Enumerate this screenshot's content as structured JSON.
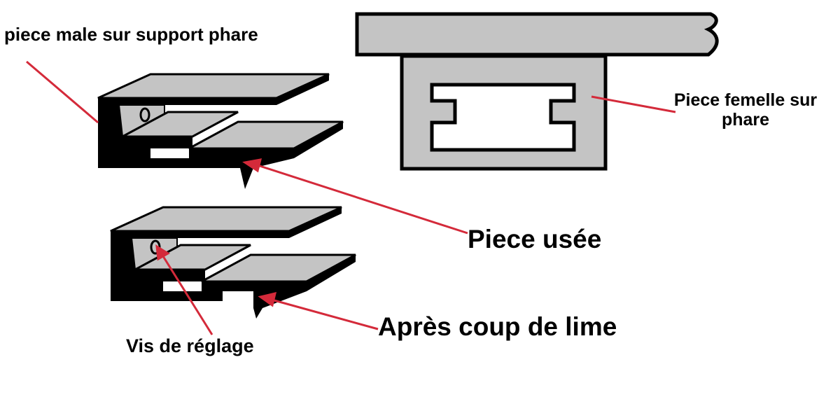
{
  "labels": {
    "male_piece": "piece male sur support phare",
    "female_piece": "Piece femelle sur phare",
    "worn_piece": "Piece usée",
    "after_file": "Après coup de lime",
    "adjust_screw": "Vis de réglage"
  },
  "colors": {
    "metal_fill": "#c4c4c4",
    "outline": "#000000",
    "pointer": "#d42a3a",
    "background": "#ffffff"
  }
}
